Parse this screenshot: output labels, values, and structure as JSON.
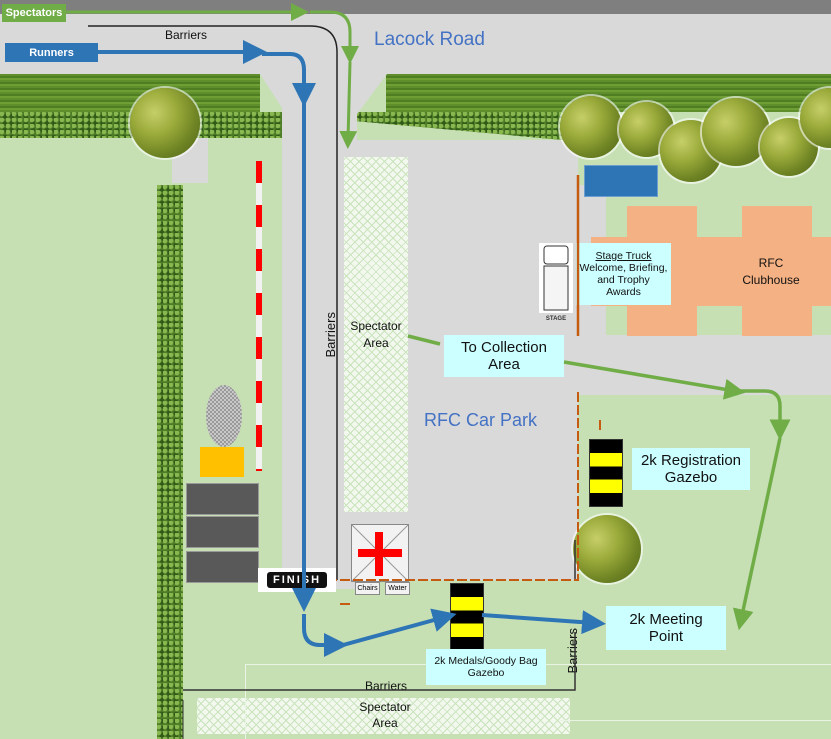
{
  "map": {
    "legend": {
      "spectators": {
        "label": "Spectators",
        "color": "#70ad47"
      },
      "runners": {
        "label": "Runners",
        "color": "#2e75b6"
      }
    },
    "road_name": "Lacock Road",
    "car_park_label": "RFC Car Park",
    "clubhouse_label": "RFC\nClubhouse",
    "barriers_label": "Barriers",
    "spectator_area_label": "Spectator\nArea",
    "stage_truck": {
      "title": "Stage Truck",
      "description": "Welcome, Briefing, and Trophy Awards",
      "icon_caption": "STAGE"
    },
    "to_collection_label": "To Collection Area",
    "registration_gazebo_label": "2k Registration Gazebo",
    "medals_gazebo_label": "2k Medals/Goody Bag Gazebo",
    "meeting_point_label": "2k Meeting Point",
    "finish_label": "FINISH",
    "first_aid": {
      "chairs_label": "Chairs",
      "water_label": "Water"
    },
    "colors": {
      "road": "#d9d9d9",
      "field": "#c6e0b4",
      "clubhouse": "#f4b183",
      "label_box": "#ccffff",
      "road_text": "#4472c4",
      "fence": "#c55a11",
      "first_aid_cross": "#ff0000"
    }
  }
}
